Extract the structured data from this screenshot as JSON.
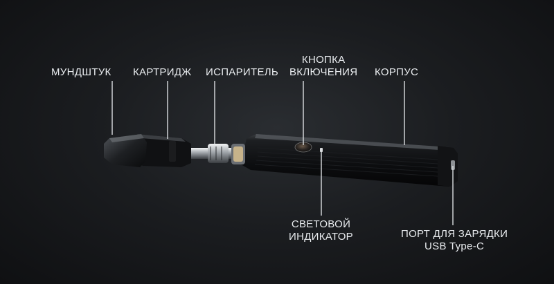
{
  "labels": {
    "mouthpiece": "МУНДШТУК",
    "cartridge": "КАРТРИДЖ",
    "atomizer": "ИСПАРИТЕЛЬ",
    "power_button": [
      "КНОПКА",
      "ВКЛЮЧЕНИЯ"
    ],
    "body": "КОРПУС",
    "indicator": [
      "СВЕТОВОЙ",
      "ИНДИКАТОР"
    ],
    "charging_port": [
      "ПОРТ ДЛЯ ЗАРЯДКИ",
      "USB Type-C"
    ]
  },
  "colors": {
    "background": "#1b1d20",
    "label_text": "#e9ecef",
    "leader_line": "#dcdfe2",
    "device_body": "#0d0e10"
  }
}
